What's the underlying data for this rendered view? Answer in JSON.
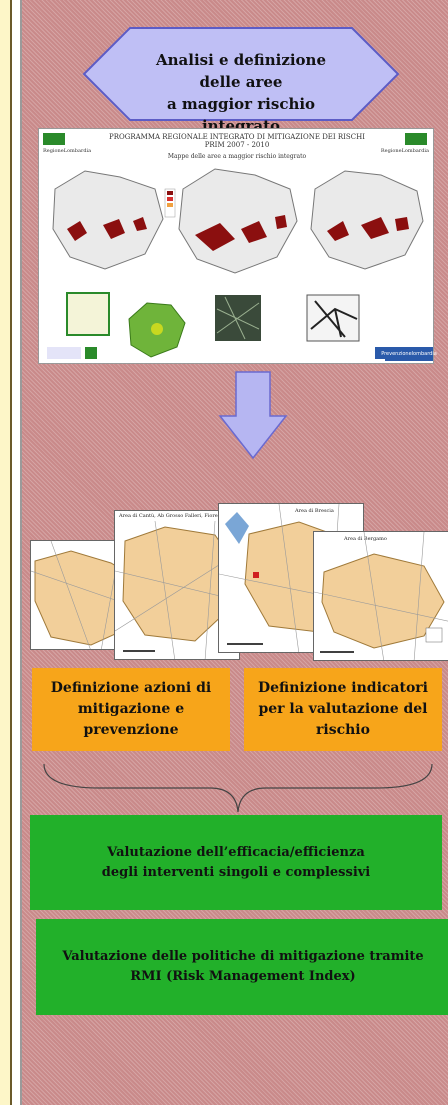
{
  "top_banner": {
    "line1": "Analisi e definizione delle aree",
    "line2": "a maggior rischio integrato"
  },
  "poster": {
    "title_line1": "PROGRAMMA REGIONALE INTEGRATO DI MITIGAZIONE DEI RISCHI",
    "title_line2": "PRIM 2007 - 2010",
    "subtitle": "Mappe delle aree a maggior rischio integrato",
    "logo_left": "RegioneLombardia",
    "logo_right": "RegioneLombardia",
    "footer_logo": "Prevenzionelombardia"
  },
  "map_sheets": {
    "sheet2_label": "Area di Cantù, Ab Grosso Falleri, Fiorenzuola",
    "sheet3_label": "Area di Brescia",
    "sheet4_label": "Area di Bergamo"
  },
  "boxes": {
    "mitigation_actions": "Definizione azioni di mitigazione e prevenzione",
    "risk_indicators": "Definizione indicatori per la valutazione del rischio",
    "evaluation_line1": "Valutazione dell’efficacia/efficienza",
    "evaluation_line2": "degli interventi singoli e complessivi",
    "rmi_line1": "Valutazione delle politiche di mitigazione tramite",
    "rmi_line2": "RMI (Risk Management Index)"
  },
  "colors": {
    "background": "#c98a8a",
    "banner_fill": "#bfbff5",
    "arrow_fill": "#b6b6f2",
    "orange_box": "#f7a51a",
    "green_box": "#22b02a",
    "map_area": "#f2cf9a",
    "risk_red": "#8b0f0f"
  }
}
